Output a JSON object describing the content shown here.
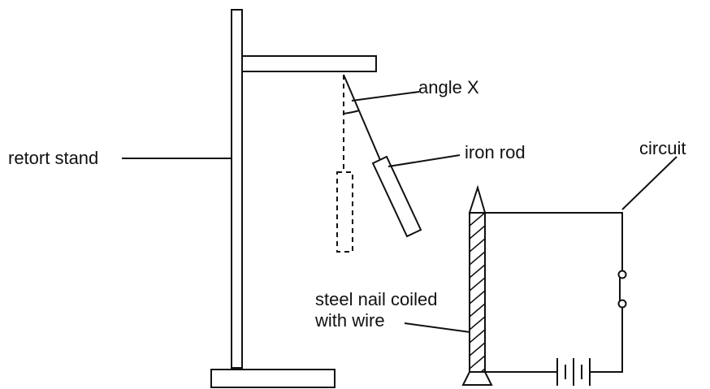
{
  "labels": {
    "angle": "angle X",
    "rod": "iron rod",
    "circuit": "circuit",
    "stand": "retort stand",
    "nail_line1": "steel nail coiled",
    "nail_line2": "with wire"
  },
  "colors": {
    "ink": "#111111",
    "background": "#ffffff"
  }
}
